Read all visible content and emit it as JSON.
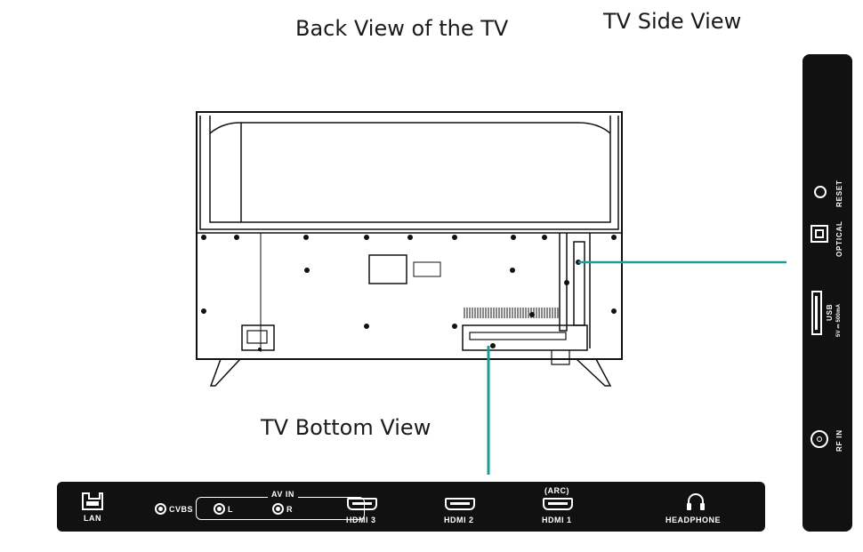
{
  "titles": {
    "back_view": "Back View of the TV",
    "side_view": "TV Side View",
    "bottom_view": "TV Bottom View"
  },
  "bottom_ports": {
    "lan": "LAN",
    "av_in": "AV IN",
    "cvbs": "CVBS",
    "l": "L",
    "r": "R",
    "hdmi3": "HDMI 3",
    "hdmi2": "HDMI 2",
    "arc": "(ARC)",
    "hdmi1": "HDMI 1",
    "headphone": "HEADPHONE"
  },
  "side_ports": {
    "reset": "RESET",
    "optical": "OPTICAL",
    "usb": "USB",
    "usb_rating": "5V ⎓ 500mA",
    "rf_in": "RF IN"
  },
  "colors": {
    "callout_line": "#1a9c98",
    "panel": "#111111"
  }
}
